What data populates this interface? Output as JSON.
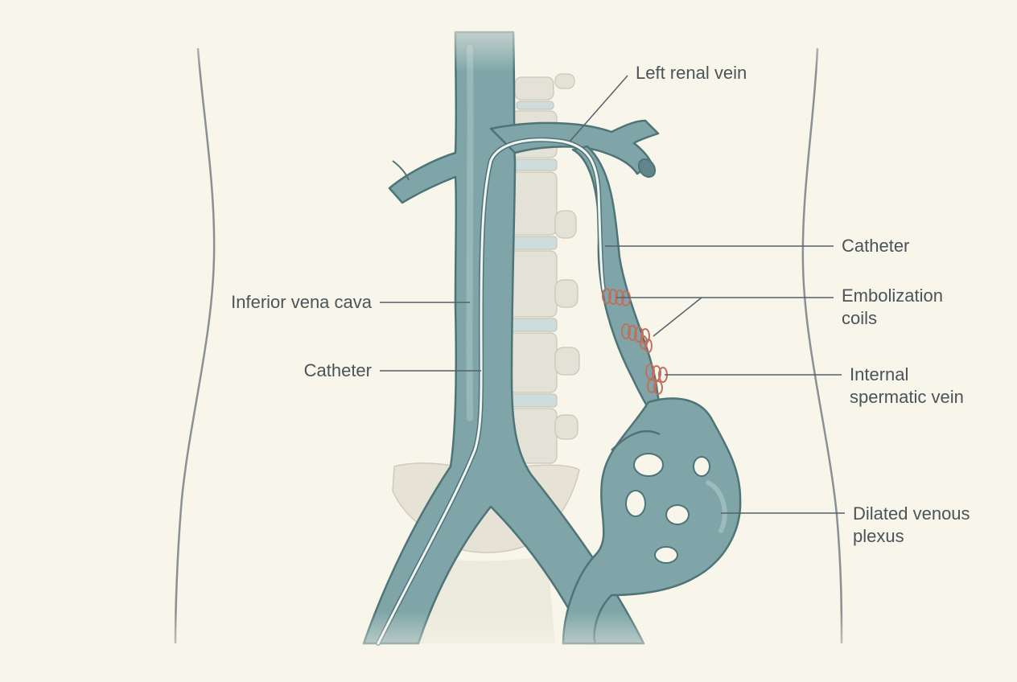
{
  "labels": {
    "left_renal_vein": "Left renal vein",
    "catheter_right": "Catheter",
    "embolization_coils": [
      "Embolization",
      "coils"
    ],
    "internal_spermatic_vein": [
      "Internal",
      "spermatic vein"
    ],
    "dilated_venous_plexus": [
      "Dilated venous",
      "plexus"
    ],
    "inferior_vena_cava": "Inferior vena cava",
    "catheter_left": "Catheter"
  },
  "colors": {
    "background": "#f8f5ea",
    "vein_fill": "#7fa5a8",
    "vein_outline": "#4f7478",
    "vein_highlight": "#a7c4c5",
    "catheter": "#f1f4f1",
    "coil": "#c0705e",
    "bone": "#e4e2d6",
    "disc": "#cddcdc",
    "body_outline": "#8a9196",
    "leader_line": "#55606a"
  }
}
